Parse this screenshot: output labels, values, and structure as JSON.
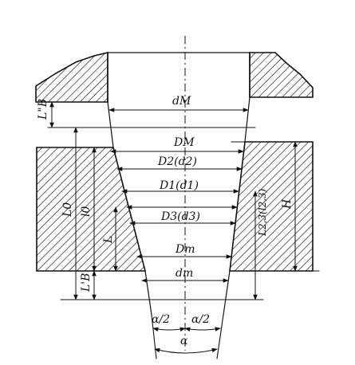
{
  "labels": {
    "dM_upper": "dM",
    "DM": "DM",
    "D2d2": "D2(d2)",
    "D1d1": "D1(d1)",
    "D3d3": "D3(d3)",
    "Dm": "Dm",
    "dm": "dm",
    "LB_top": "L\"B",
    "LB_bottom": "L'B",
    "L0_outer": "L0",
    "L0_inner": "l0",
    "L_short": "L",
    "L23": "L2,3(l2,3)",
    "H": "H",
    "alpha_half_left": "α/2",
    "alpha_half_right": "α/2",
    "alpha": "α"
  },
  "colors": {
    "ink": "#111111",
    "background": "#ffffff"
  }
}
